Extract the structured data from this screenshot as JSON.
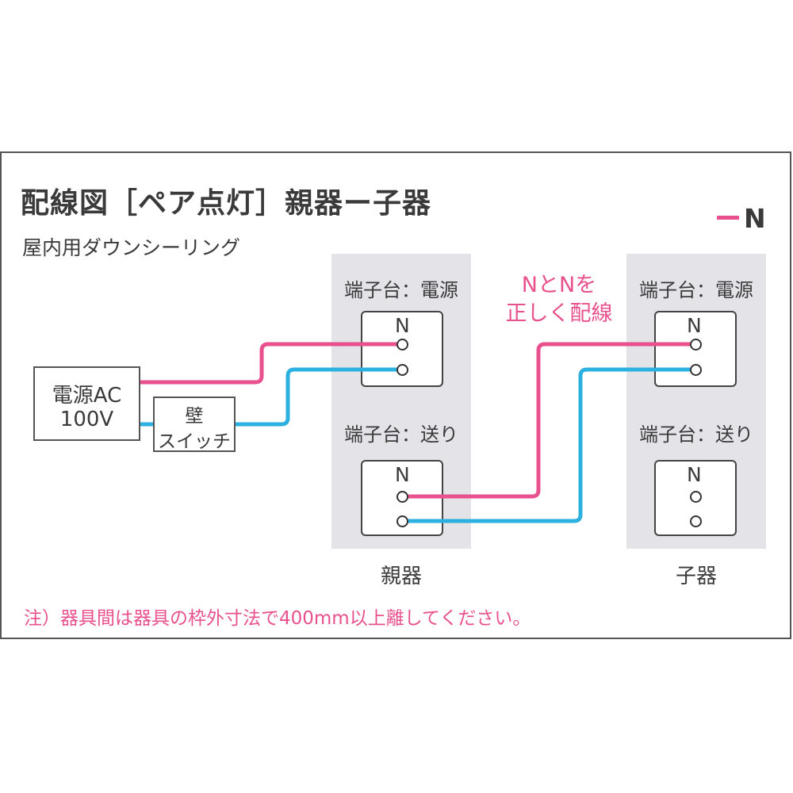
{
  "title": "配線図［ペア点灯］親器ー子器",
  "subtitle": "屋内用ダウンシーリング",
  "legend": {
    "label": "N",
    "color": "#e8518d"
  },
  "colors": {
    "neutral": "#e8518d",
    "line": "#2bb0df",
    "panel": "#e3e3e8"
  },
  "source": {
    "line1": "電源AC",
    "line2": "100V"
  },
  "switch": {
    "line1": "壁",
    "line2": "スイッチ"
  },
  "note": {
    "line1": "NとNを",
    "line2": "正しく配線"
  },
  "parent": {
    "name": "親器",
    "power_terminal": {
      "label": "端子台：電源",
      "n": "N"
    },
    "send_terminal": {
      "label": "端子台：送り",
      "n": "N"
    }
  },
  "child": {
    "name": "子器",
    "power_terminal": {
      "label": "端子台：電源",
      "n": "N"
    },
    "send_terminal": {
      "label": "端子台：送り",
      "n": "N"
    }
  },
  "footnote": "注）器具間は器具の枠外寸法で400mm以上離してください。"
}
